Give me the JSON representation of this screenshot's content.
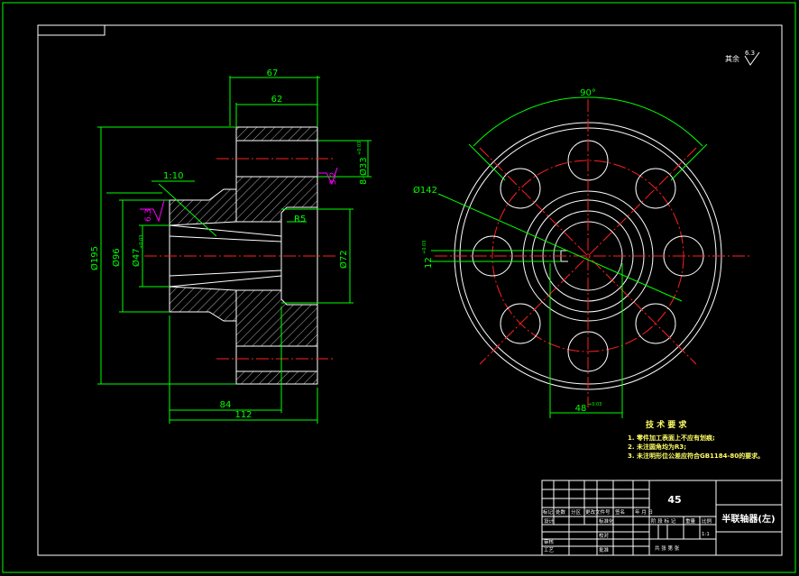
{
  "drawing": {
    "front_view": {
      "dims": {
        "d67": "67",
        "d62": "62",
        "taper": "1:10",
        "r5": "R5",
        "d195": "Ø195",
        "d96": "Ø96",
        "d47": "Ø47",
        "d47_tol": "+0.03",
        "d72": "Ø72",
        "hole": "8-Ø33",
        "hole_tol": "+0.03",
        "d84": "84",
        "d112": "112"
      },
      "roughness": {
        "r1": "6.3",
        "r2": "3.2"
      }
    },
    "side_view": {
      "dims": {
        "angle": "90°",
        "pcd": "Ø142",
        "key_width": "12",
        "key_width_tol": "+0.03",
        "key_depth": "48",
        "key_depth_tol": "+0.03"
      }
    },
    "roughness_note": {
      "symbol": "6.3",
      "text": "其余"
    },
    "tech_requirements": {
      "title": "技 术 要 求",
      "items": [
        "1. 零件加工表面上不应有划痕;",
        "2. 未注圆角均为R3;",
        "3. 未注明形位公差应符合GB1184-80的要求。"
      ]
    },
    "title_block": {
      "material": "45",
      "part_name": "半联轴器(左)",
      "scale": "1:1",
      "header_labels": [
        "标记",
        "处数",
        "分区",
        "更改文件号",
        "签名",
        "年 月 日"
      ],
      "role_labels": [
        "设计",
        "标准化",
        "审核",
        "工艺",
        "校对",
        "批准"
      ],
      "stage_labels": [
        "阶 段 标 记",
        "重量",
        "比例"
      ],
      "sheet_text": "共   张   第   张"
    }
  }
}
